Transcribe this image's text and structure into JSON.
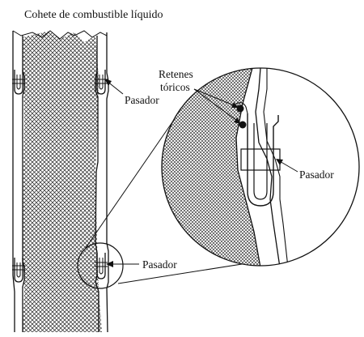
{
  "diagram": {
    "title": "Cohete de combustible líquido",
    "labels": {
      "pin_upper": "Pasador",
      "pin_lower": "Pasador",
      "pin_detail": "Pasador",
      "orings_line1": "Retenes",
      "orings_line2": "tóricos"
    },
    "colors": {
      "ink": "#111111",
      "background": "#ffffff",
      "hatch": "#222222"
    }
  }
}
